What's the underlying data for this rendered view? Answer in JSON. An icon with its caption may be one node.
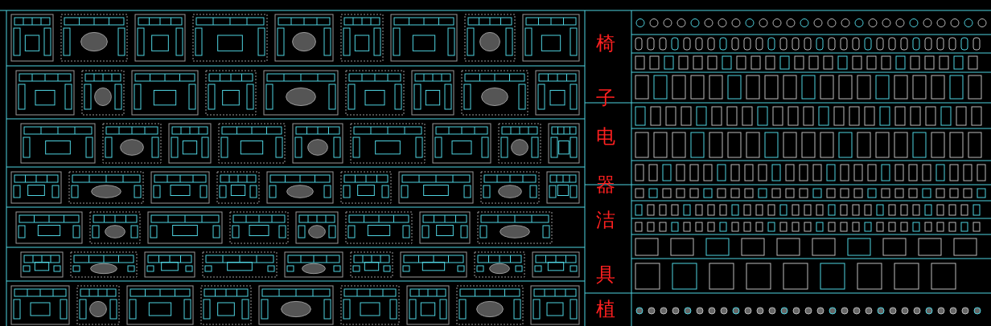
{
  "diagram": {
    "labels": [
      "椅子",
      "电器",
      "洁具",
      "植"
    ]
  }
}
